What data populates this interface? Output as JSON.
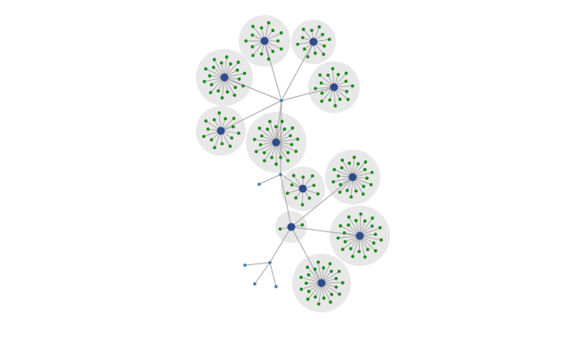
{
  "colors": {
    "bubble": "#e8e8e8",
    "hub_node": "#2f4b8c",
    "leaf_node": "#1a8a1a",
    "junction_node": "#3b7bb5",
    "edge": "#a8a8a8",
    "spoke": "#999999"
  },
  "graph": {
    "clusters": [
      {
        "id": "c1",
        "leaves": 14
      },
      {
        "id": "c2",
        "leaves": 12
      },
      {
        "id": "c3",
        "leaves": 20
      },
      {
        "id": "c4",
        "leaves": 16
      },
      {
        "id": "c5",
        "leaves": 14
      },
      {
        "id": "c6",
        "leaves": 22
      },
      {
        "id": "c7",
        "leaves": 10
      },
      {
        "id": "c8",
        "leaves": 20
      },
      {
        "id": "c9",
        "leaves": 2
      },
      {
        "id": "c10",
        "leaves": 22
      },
      {
        "id": "c11",
        "leaves": 22
      }
    ],
    "junctions": [
      "j1",
      "j2",
      "j3",
      "j4",
      "j5",
      "j6",
      "j7"
    ],
    "edges": [
      [
        "j1",
        "c1"
      ],
      [
        "j1",
        "c2"
      ],
      [
        "j1",
        "c3"
      ],
      [
        "j1",
        "c4"
      ],
      [
        "j1",
        "c5"
      ],
      [
        "j1",
        "c6"
      ],
      [
        "j1",
        "j2"
      ],
      [
        "j2",
        "j3"
      ],
      [
        "j2",
        "c7"
      ],
      [
        "j2",
        "c9"
      ],
      [
        "c9",
        "c8"
      ],
      [
        "c9",
        "c10"
      ],
      [
        "c9",
        "c11"
      ],
      [
        "c9",
        "j4"
      ],
      [
        "j4",
        "j5"
      ],
      [
        "j4",
        "j6"
      ],
      [
        "j4",
        "j7"
      ]
    ]
  }
}
